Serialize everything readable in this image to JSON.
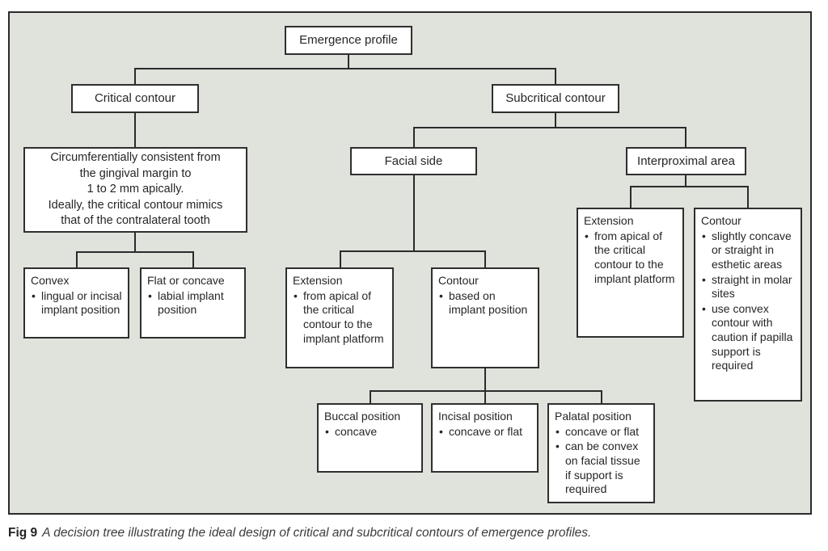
{
  "colors": {
    "diagram_background": "#e0e2dc",
    "box_fill": "#ffffff",
    "line_and_border": "#2b2b2b",
    "text": "#262626"
  },
  "caption": {
    "label": "Fig 9",
    "text": "A decision tree illustrating the ideal design of critical and subcritical contours of emergence profiles."
  },
  "boxes": {
    "root": {
      "label": "Emergence profile"
    },
    "critical": {
      "label": "Critical contour"
    },
    "subcritical": {
      "label": "Subcritical contour"
    },
    "critical_desc": {
      "lines": [
        "Circumferentially consistent from",
        "the gingival margin to",
        "1 to 2 mm apically.",
        "Ideally, the critical contour mimics",
        "that of the contralateral tooth"
      ]
    },
    "convex": {
      "title": "Convex",
      "bullets": [
        "lingual or incisal implant position"
      ]
    },
    "flat": {
      "title": "Flat or concave",
      "bullets": [
        "labial implant position"
      ]
    },
    "facial": {
      "label": "Facial side"
    },
    "interproximal": {
      "label": "Interproximal area"
    },
    "facial_extension": {
      "title": "Extension",
      "bullets": [
        "from apical of the critical contour to the implant platform"
      ]
    },
    "facial_contour": {
      "title": "Contour",
      "bullets": [
        "based on implant position"
      ]
    },
    "inter_extension": {
      "title": "Extension",
      "bullets": [
        "from apical of the critical contour to the implant platform"
      ]
    },
    "inter_contour": {
      "title": "Contour",
      "bullets": [
        "slightly concave or straight in esthetic areas",
        "straight in molar sites",
        "use convex contour with caution if papilla support is required"
      ]
    },
    "buccal": {
      "title": "Buccal position",
      "bullets": [
        "concave"
      ]
    },
    "incisal": {
      "title": "Incisal position",
      "bullets": [
        "concave or flat"
      ]
    },
    "palatal": {
      "title": "Palatal position",
      "bullets": [
        "concave or flat",
        "can be convex on facial tissue if support is required"
      ]
    }
  }
}
